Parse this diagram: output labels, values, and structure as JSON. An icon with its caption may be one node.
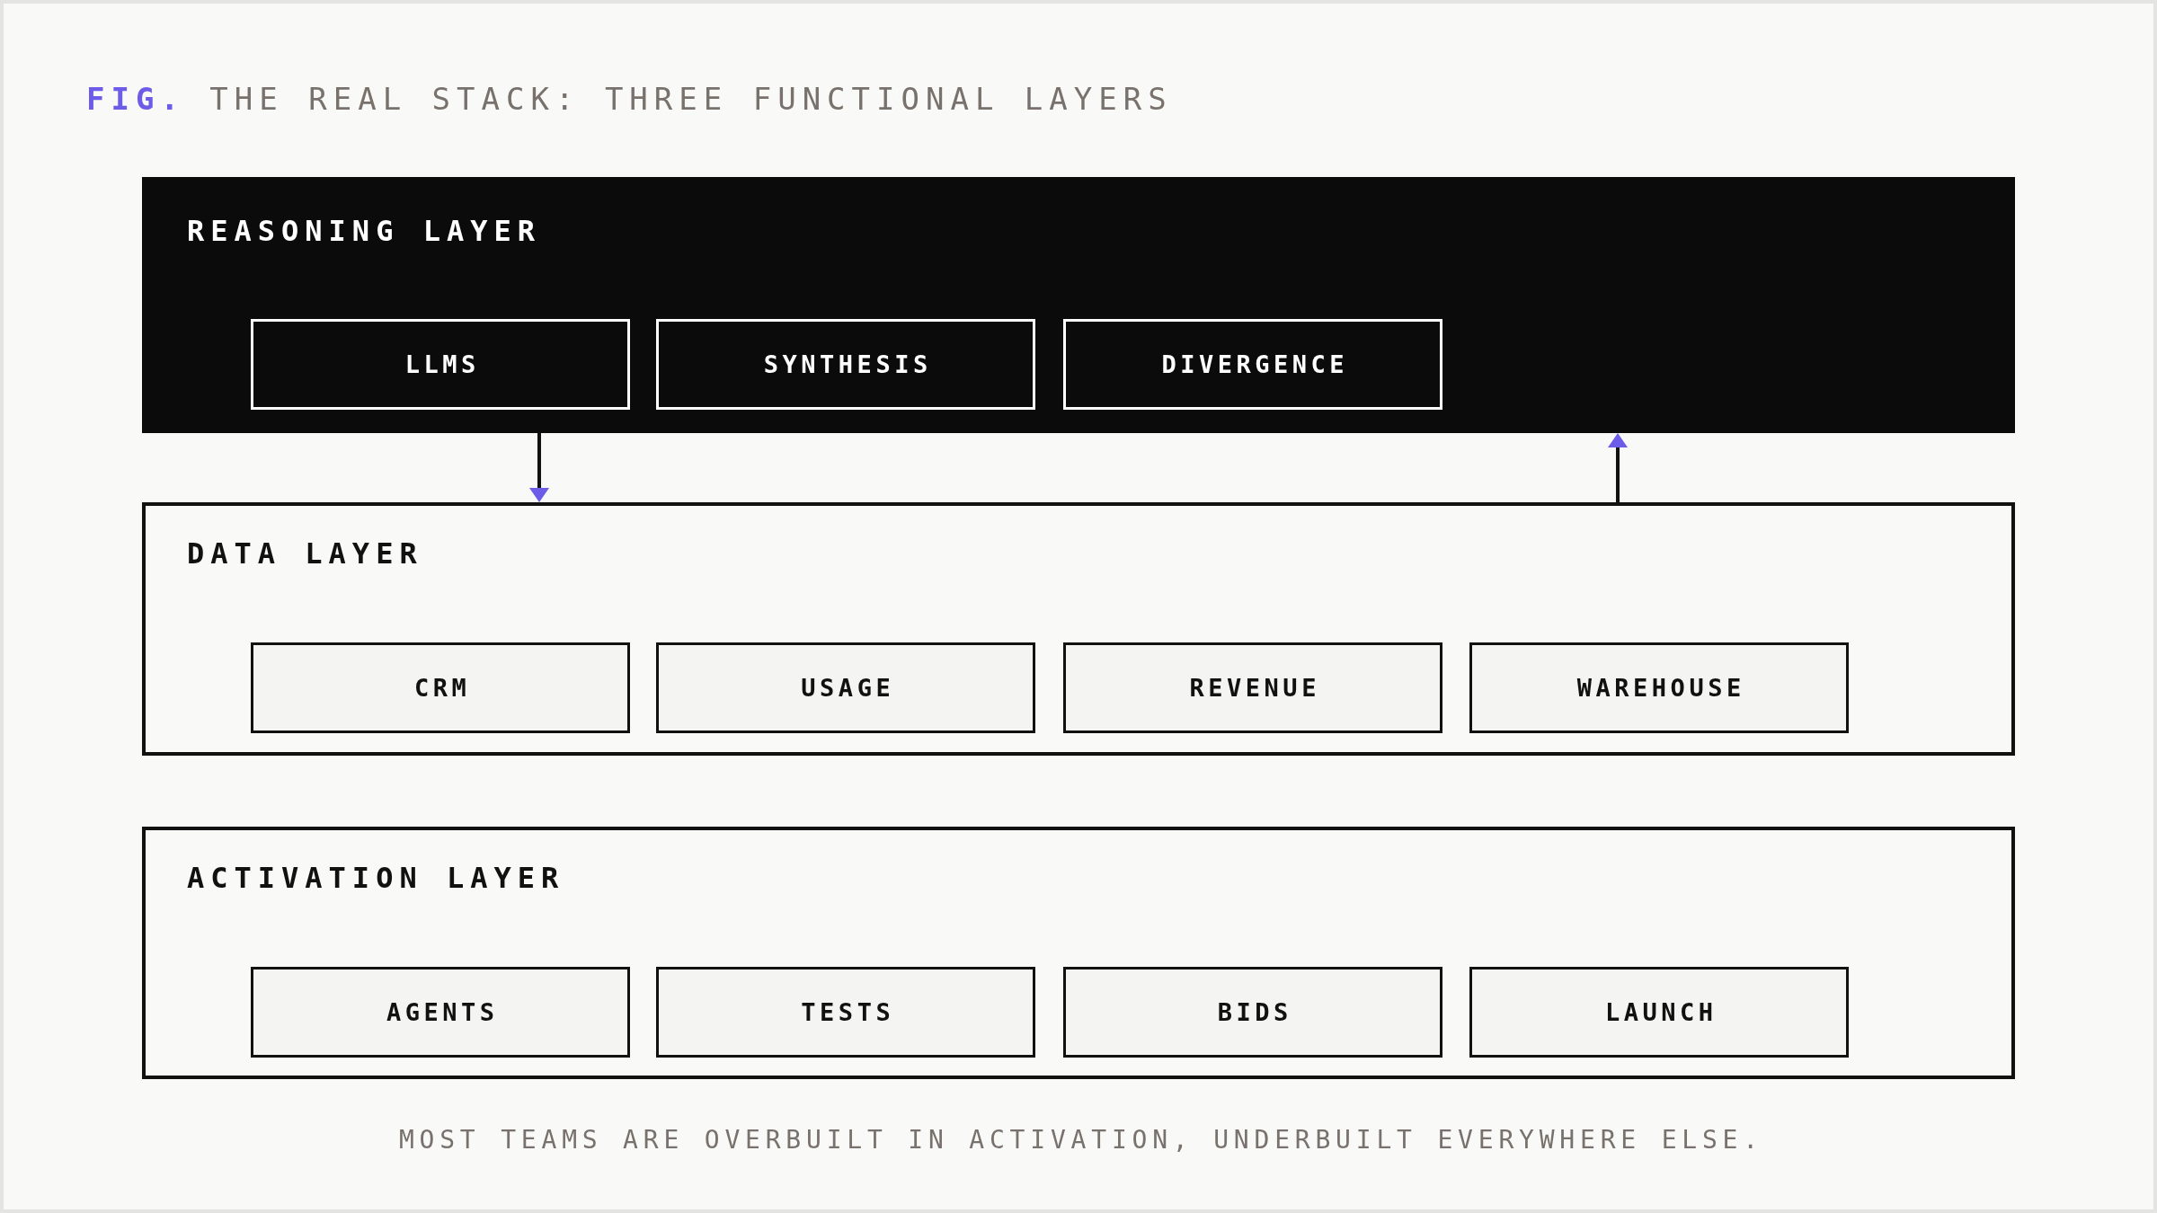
{
  "diagram": {
    "title": "**FIG.** THE REAL STACK: THREE FUNCTIONAL LAYERS",
    "caption": "MOST TEAMS ARE OVERBUILT IN ACTIVATION, UNDERBUILT EVERYWHERE ELSE.",
    "nodes": [
      {
        "text": [
          "REASONING LAYER"
        ]
      },
      {
        "text": [
          "LLMS"
        ],
        "in": 0
      },
      {
        "text": [
          "SYNTHESIS"
        ],
        "in": 0
      },
      {
        "text": [
          "DIVERGENCE"
        ],
        "in": 0
      },
      {
        "text": [
          "DATA LAYER"
        ]
      },
      {
        "text": [
          "CRM"
        ],
        "in": 4
      },
      {
        "text": [
          "USAGE"
        ],
        "in": 4
      },
      {
        "text": [
          "REVENUE"
        ],
        "in": 4
      },
      {
        "text": [
          "WAREHOUSE"
        ],
        "in": 4
      },
      {
        "text": [
          "ACTIVATION LAYER"
        ]
      },
      {
        "text": [
          "AGENTS"
        ],
        "in": 9
      },
      {
        "text": [
          "TESTS"
        ],
        "in": 9
      },
      {
        "text": [
          "BIDS"
        ],
        "in": 9
      },
      {
        "text": [
          "LAUNCH"
        ],
        "in": 9
      }
    ],
    "edges": [
      {
        "from": 0,
        "to": 4,
        "arrow": "to"
      },
      {
        "from": 4,
        "to": 0,
        "arrow": "to"
      }
    ]
  }
}
